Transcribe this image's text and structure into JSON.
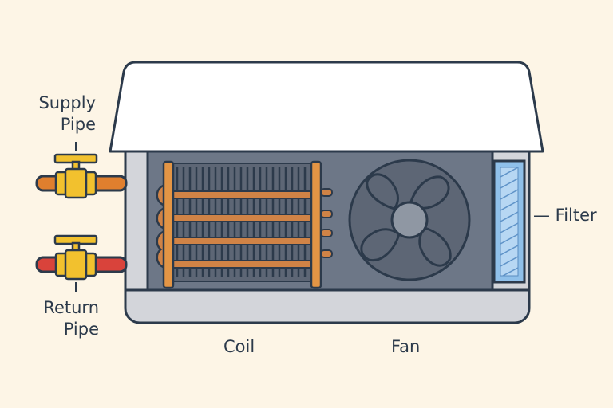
{
  "labels": {
    "supply_pipe": [
      "Supply",
      "Pipe"
    ],
    "return_pipe": [
      "Return",
      "Pipe"
    ],
    "filter": "— Filter",
    "coil": "Coil",
    "fan": "Fan"
  },
  "icons": [
    "valve-icon",
    "valve-icon",
    "fan-icon",
    "coil-icon",
    "filter-icon"
  ],
  "colors": {
    "background": "#fdf5e6",
    "outline": "#2c3a4b",
    "supply_pipe": "#e07f2e",
    "return_pipe": "#d9433b",
    "valve": "#f2c12e",
    "copper": "#d08346",
    "unit_body": "#6d7787",
    "filter": "#8fc0ea"
  }
}
